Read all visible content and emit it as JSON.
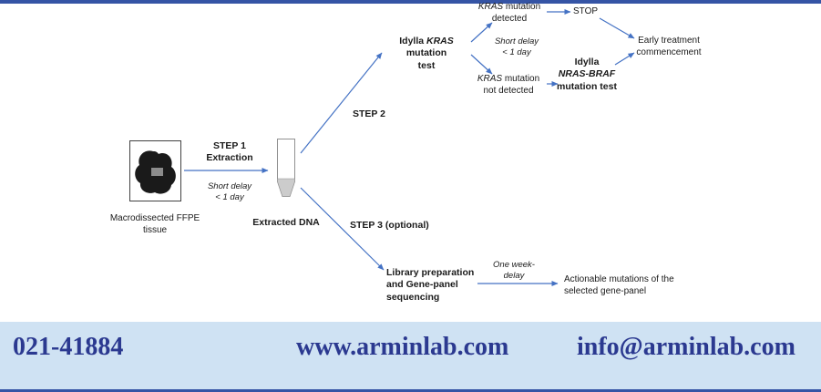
{
  "colors": {
    "accent_arrow": "#4472C4",
    "top_border": "#3554a5",
    "footer_background": "#cfe2f3",
    "footer_text": "#2b3990",
    "tube_fill": "#cccccc",
    "tissue_blob": "#1a1a1a"
  },
  "diagram": {
    "tissue_label": {
      "line1": "Macrodissected FFPE",
      "line2": "tissue"
    },
    "step1": {
      "line1": "STEP 1",
      "line2": "Extraction"
    },
    "step1_delay": {
      "line1": "Short delay",
      "line2": "< 1 day"
    },
    "extracted_dna": "Extracted DNA",
    "step2": "STEP 2",
    "step3": "STEP 3 (optional)",
    "idylla_kras": {
      "pre": "Idylla ",
      "gene": "KRAS",
      "post": " mutation",
      "line2": "test"
    },
    "kras_detected": {
      "gene": "KRAS",
      "rest": " mutation",
      "line2": "detected"
    },
    "short_delay2": {
      "line1": "Short delay",
      "line2": "< 1 day"
    },
    "kras_not_detected": {
      "gene": "KRAS",
      "rest": " mutation",
      "line2": "not detected"
    },
    "stop": "STOP",
    "idylla_nras": {
      "line1": "Idylla",
      "gene": "NRAS-BRAF",
      "line3": "mutation test"
    },
    "early_treatment": {
      "line1": "Early treatment",
      "line2": "commencement"
    },
    "library_prep": {
      "line1": "Library preparation",
      "line2": "and Gene-panel",
      "line3": "sequencing"
    },
    "one_week_delay": {
      "line1": "One week-",
      "line2": "delay"
    },
    "actionable": {
      "line1": "Actionable mutations of the",
      "line2": "selected gene-panel"
    }
  },
  "footer": {
    "phone": "021-41884",
    "website": "www.arminlab.com",
    "email": "info@arminlab.com"
  }
}
